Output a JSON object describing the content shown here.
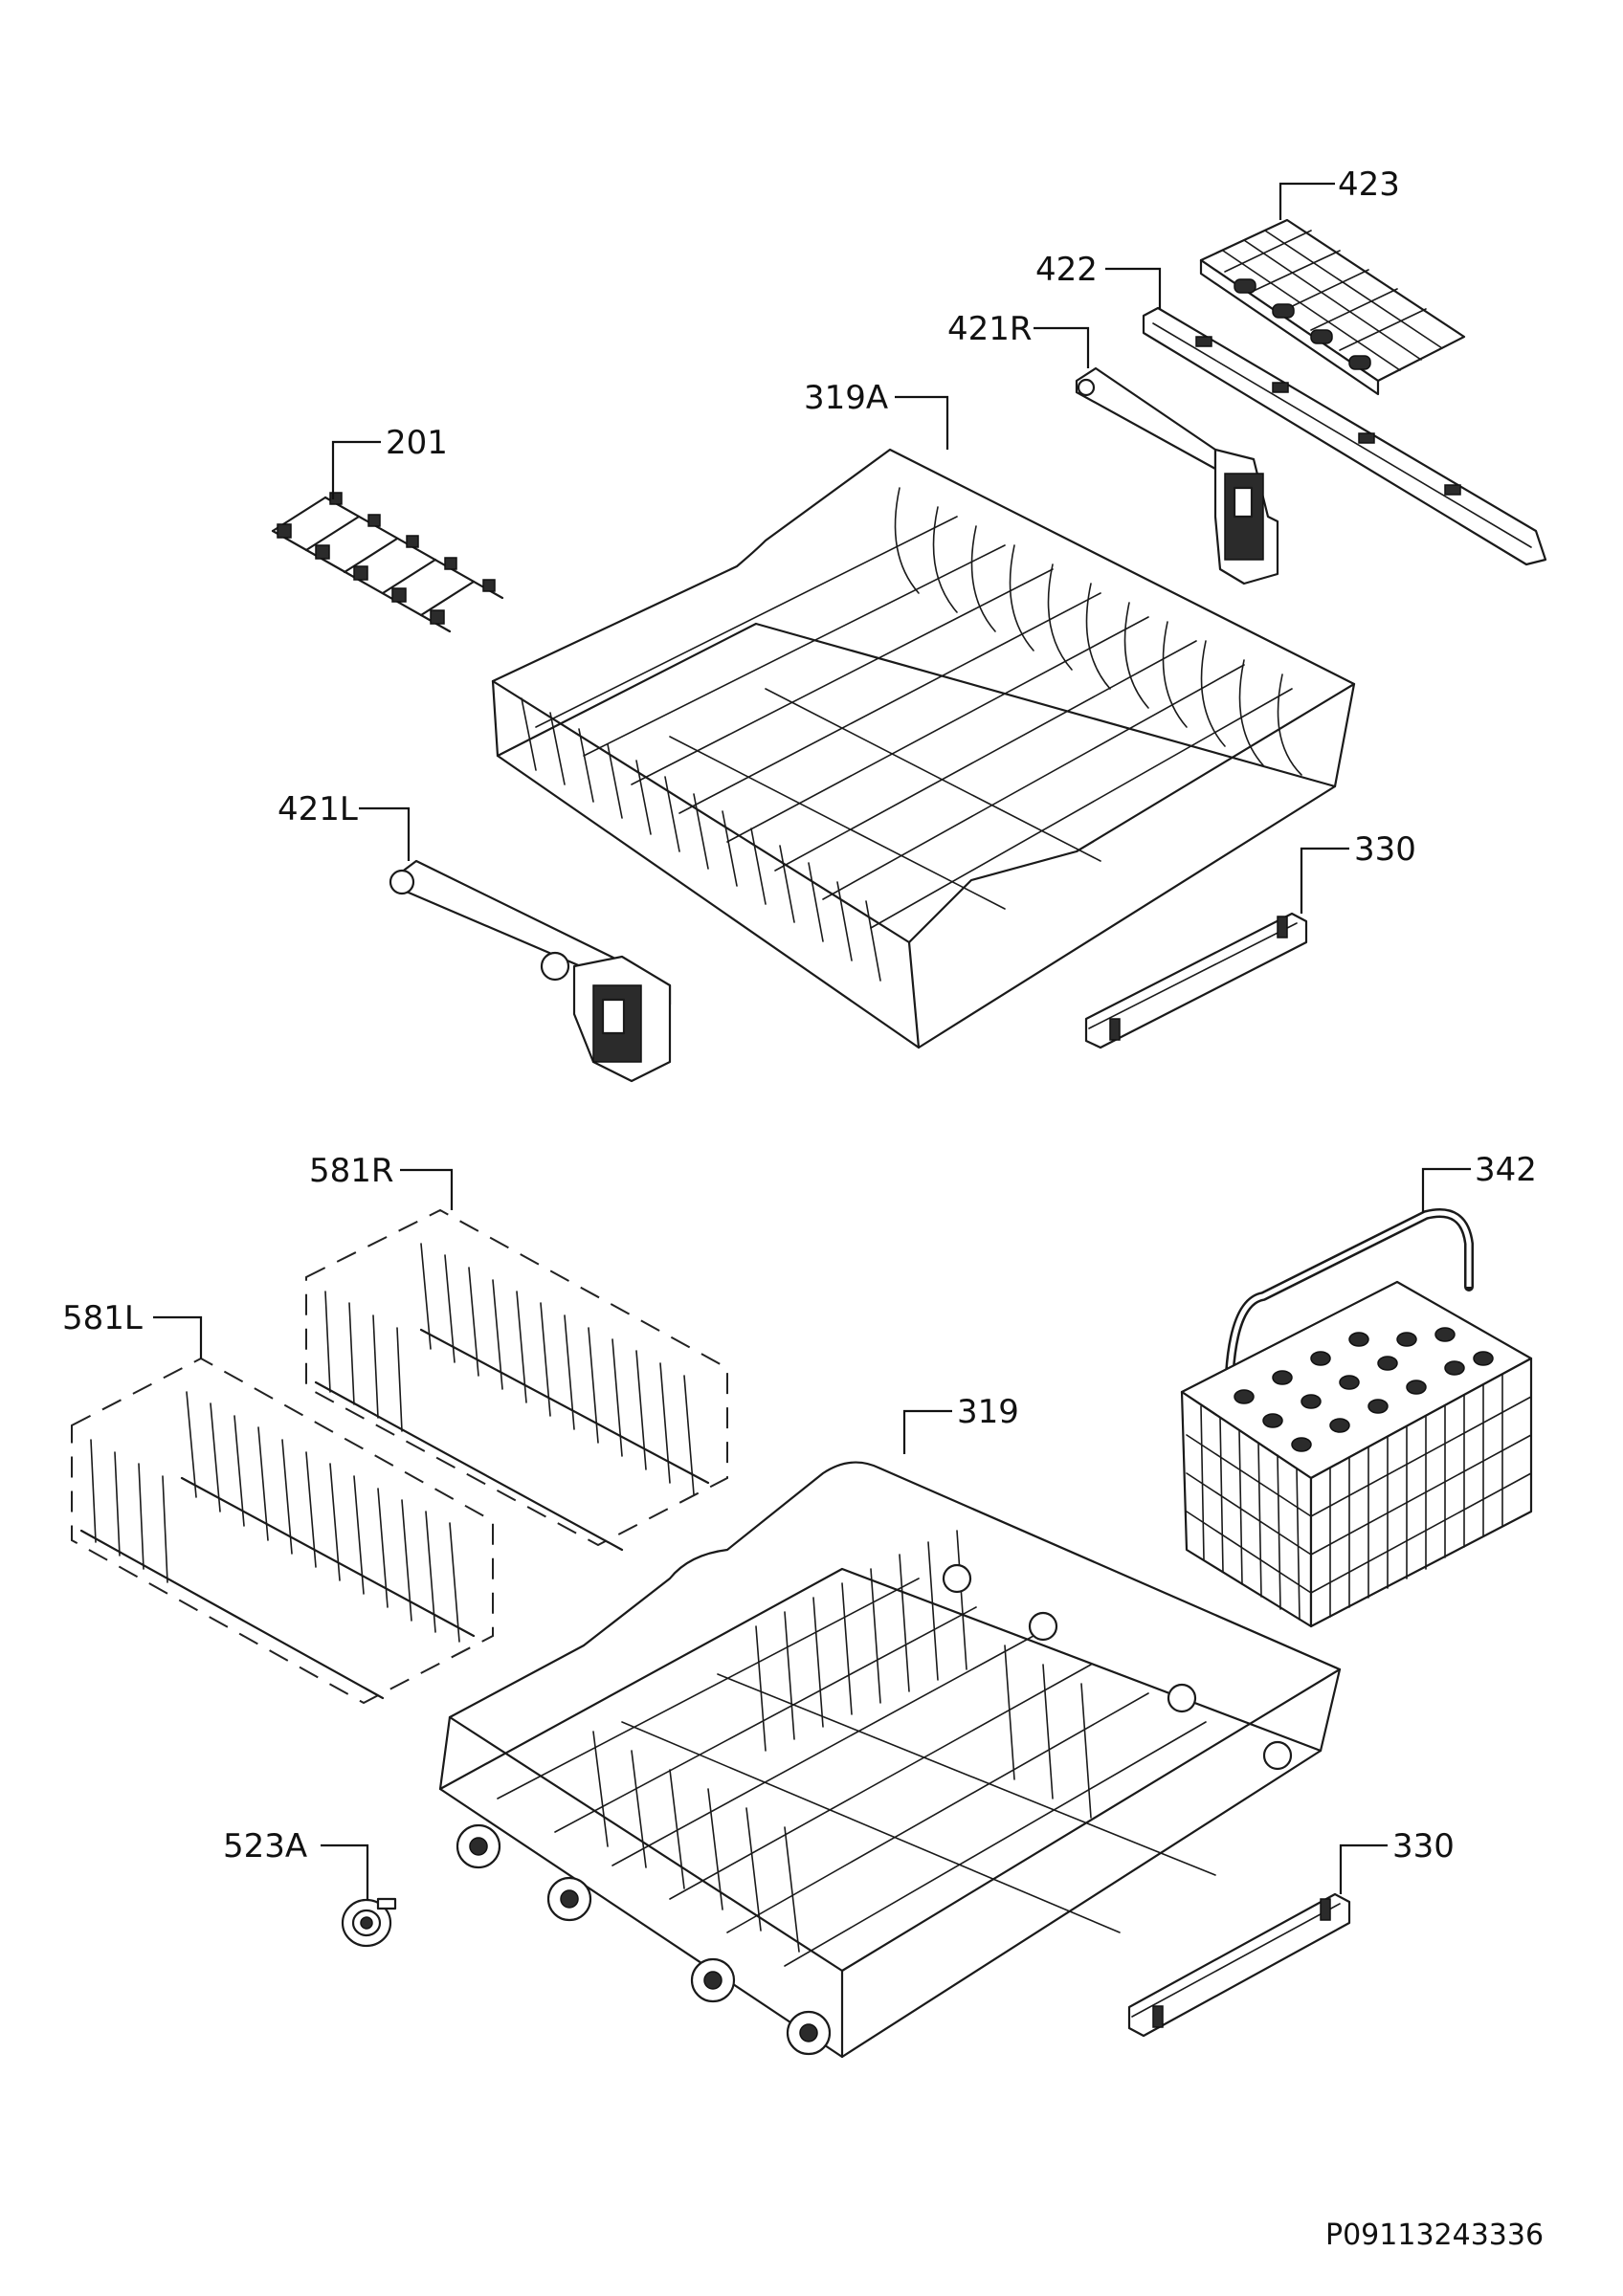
{
  "diagram": {
    "labels": {
      "p423": "423",
      "p422": "422",
      "p421R": "421R",
      "p319A": "319A",
      "p201": "201",
      "p421L": "421L",
      "p330_upper": "330",
      "p581R": "581R",
      "p342": "342",
      "p581L": "581L",
      "p319": "319",
      "p523A": "523A",
      "p330_lower": "330"
    },
    "drawing_code": "P09113243336"
  }
}
